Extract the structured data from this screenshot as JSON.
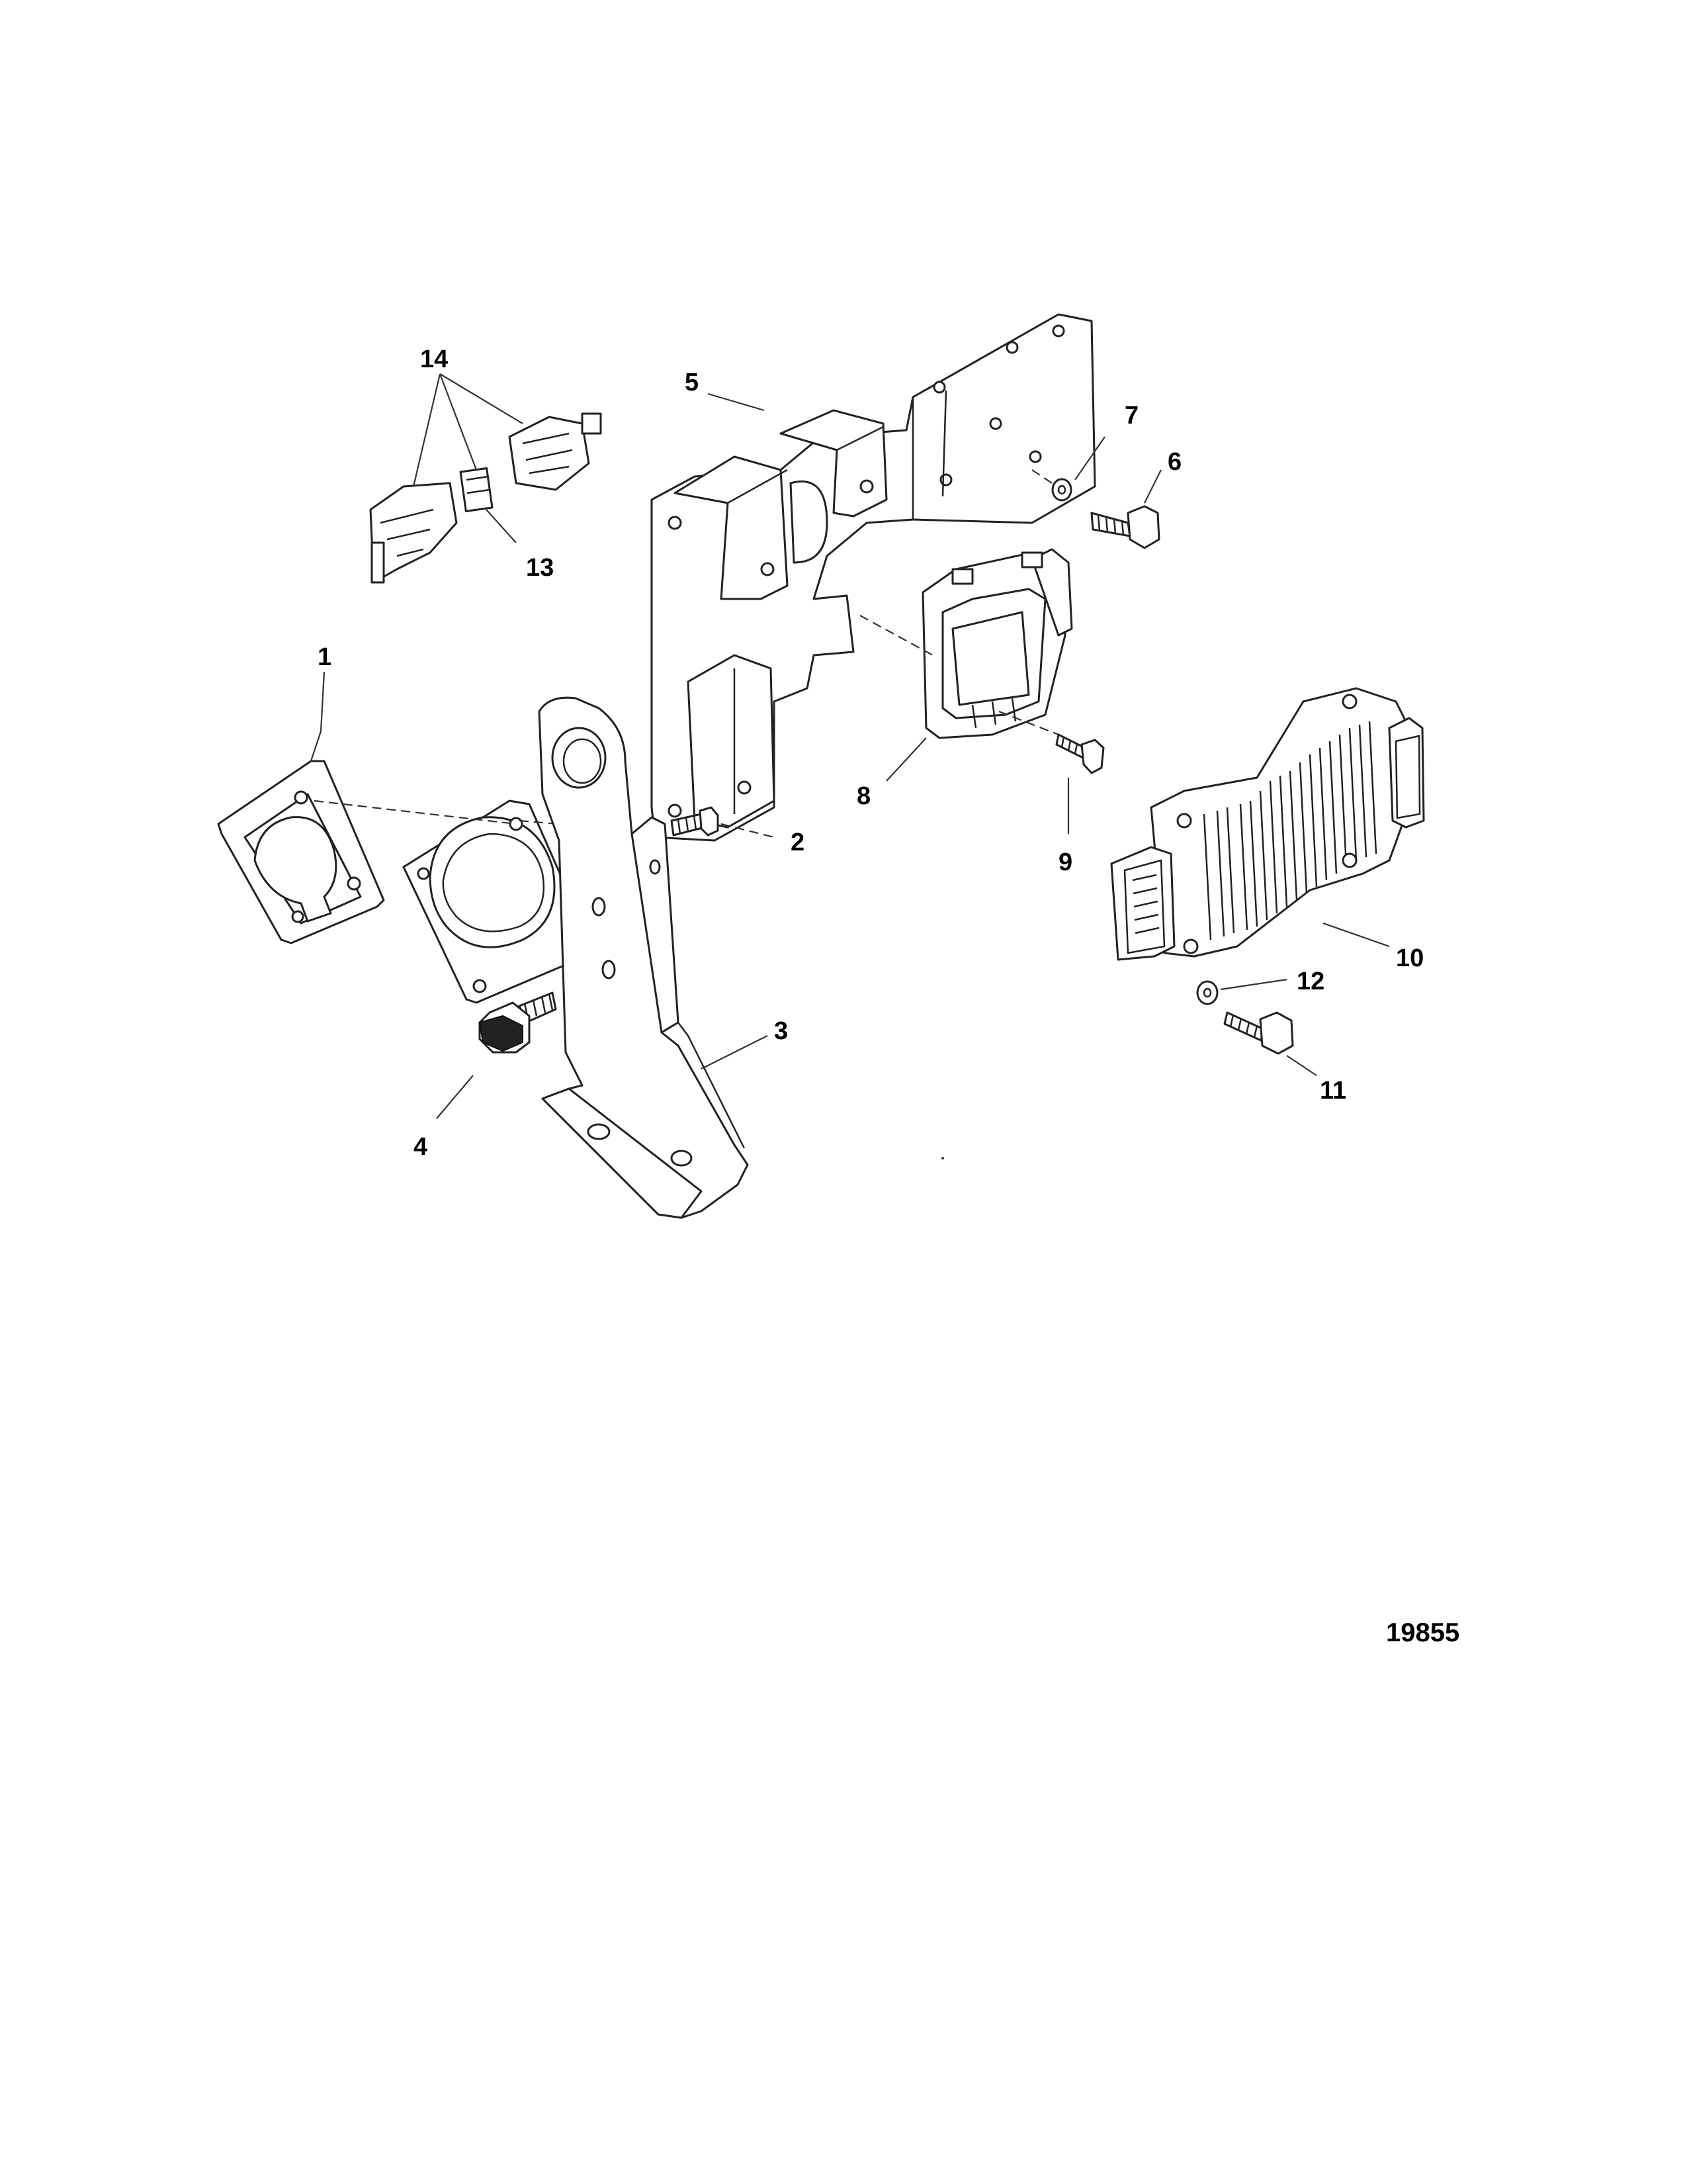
{
  "callouts": {
    "c1": "1",
    "c2": "2",
    "c3": "3",
    "c4": "4",
    "c5": "5",
    "c6": "6",
    "c7": "7",
    "c8": "8",
    "c9": "9",
    "c10": "10",
    "c11": "11",
    "c12": "12",
    "c13": "13",
    "c14": "14"
  },
  "figure_number": "19855"
}
